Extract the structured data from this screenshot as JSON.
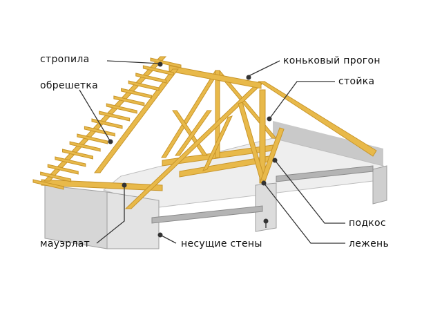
{
  "labels": {
    "rafters": "стропила",
    "battens": "обрешетка",
    "wall_plate": "мауэрлат",
    "bearing_walls": "несущие стены",
    "ridge_purlin": "коньковый прогон",
    "post": "стойка",
    "strut": "подкос",
    "sill_beam": "лежень"
  },
  "colors": {
    "timber": "#e8b94a",
    "timber_dark": "#c8952a",
    "wall": "#d9d9d9",
    "wall_shadow": "#a8a8a8",
    "floor_slab": "#eeeeee",
    "steel_beam": "#b4b4b4",
    "leader_line": "#333333"
  }
}
